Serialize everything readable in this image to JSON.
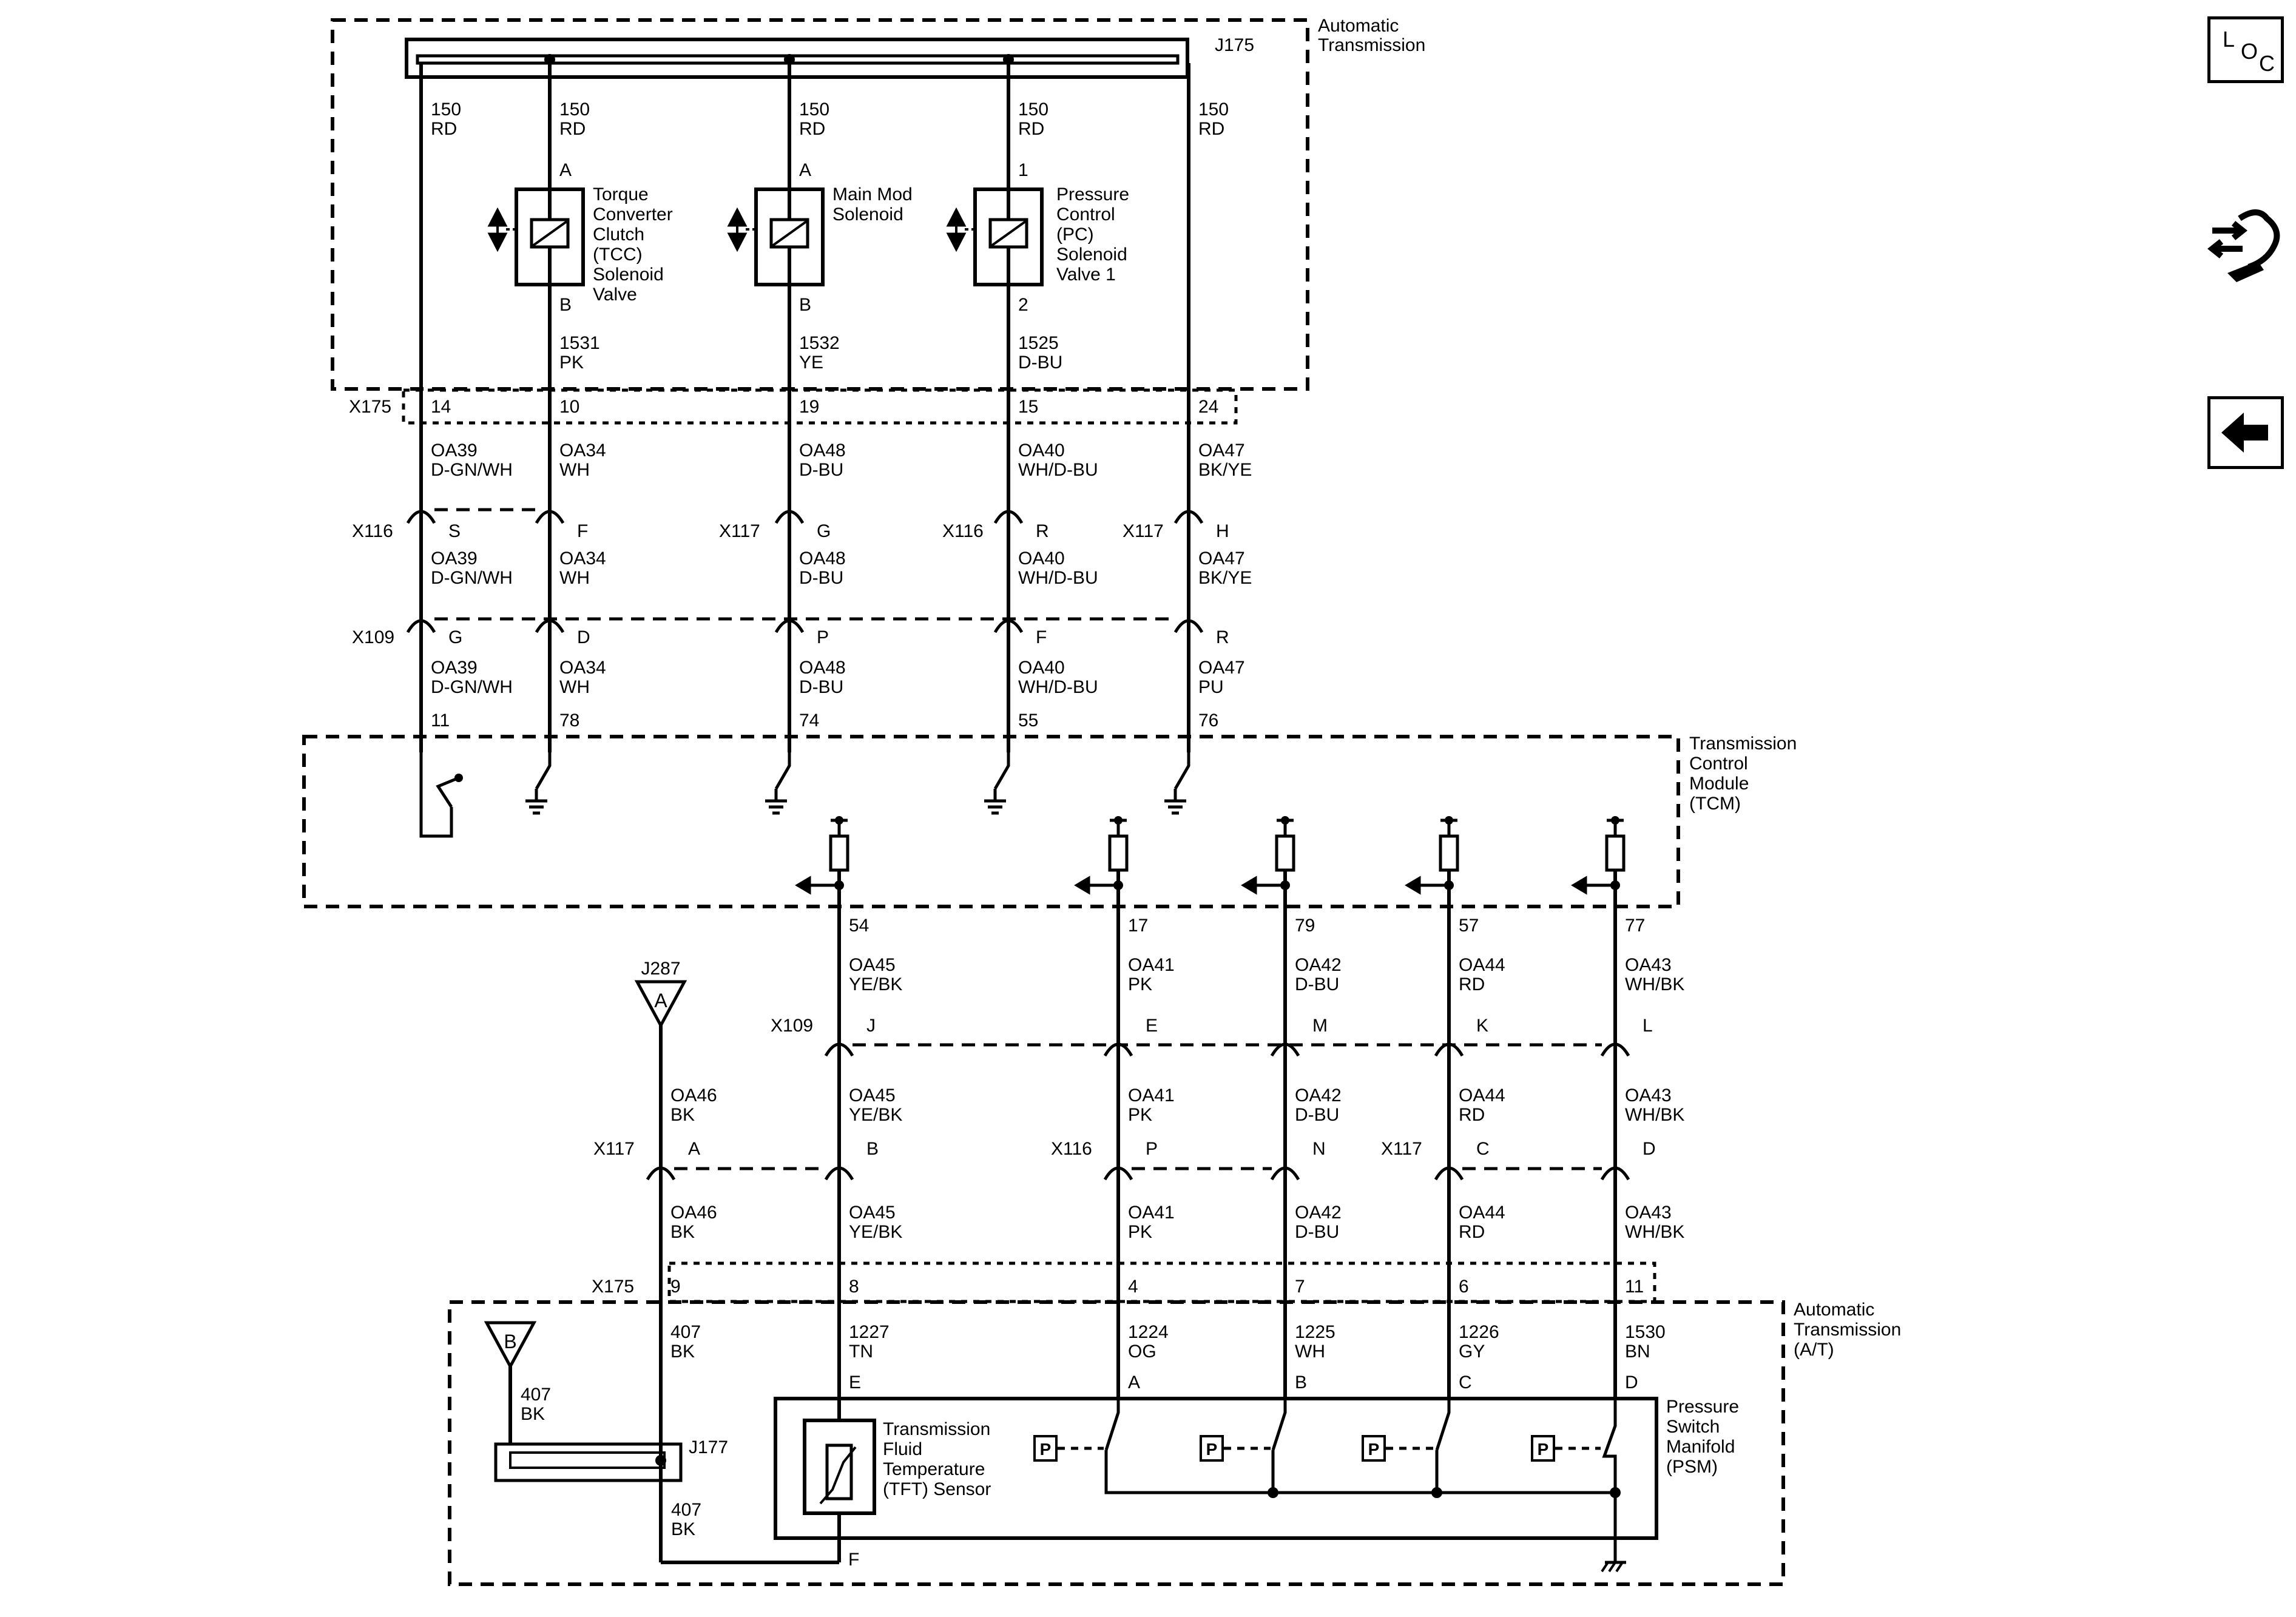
{
  "nav": {
    "loc_l": "L",
    "loc_o": "O",
    "loc_c": "C",
    "loc_icon": "loc-icon",
    "connector_icon": "connector-end-view-icon",
    "back_icon": "back-arrow-icon"
  },
  "labels": {
    "at_top_1": "Automatic",
    "at_top_2": "Transmission",
    "tcm_1": "Transmission",
    "tcm_2": "Control",
    "tcm_3": "Module",
    "tcm_4": "(TCM)",
    "at_bot_1": "Automatic",
    "at_bot_2": "Transmission",
    "at_bot_3": "(A/T)",
    "psm_1": "Pressure",
    "psm_2": "Switch",
    "psm_3": "Manifold",
    "psm_4": "(PSM)",
    "tft_1": "Transmission",
    "tft_2": "Fluid",
    "tft_3": "Temperature",
    "tft_4": "(TFT) Sensor",
    "tcc_1": "Torque",
    "tcc_2": "Converter",
    "tcc_3": "Clutch",
    "tcc_4": "(TCC)",
    "tcc_5": "Solenoid",
    "tcc_6": "Valve",
    "mm_1": "Main Mod",
    "mm_2": "Solenoid",
    "pc_1": "Pressure",
    "pc_2": "Control",
    "pc_3": "(PC)",
    "pc_4": "Solenoid",
    "pc_5": "Valve 1"
  },
  "connectors": {
    "j175": "J175",
    "j177": "J177",
    "j287": "J287",
    "x175": "X175",
    "x116": "X116",
    "x117": "X117",
    "x109": "X109",
    "ref_a": "A",
    "ref_b": "B"
  },
  "top_wires": [
    {
      "c1": "150",
      "c2": "RD",
      "sol_top": "",
      "sol_bot": "",
      "c3": "",
      "c4": "",
      "pin175": "14",
      "c5": "OA39",
      "c6": "D-GN/WH",
      "pin116": "S",
      "c7": "OA39",
      "c8": "D-GN/WH",
      "pin109": "G",
      "c9": "OA39",
      "c10": "D-GN/WH",
      "pintcm": "11"
    },
    {
      "c1": "150",
      "c2": "RD",
      "sol_top": "A",
      "sol_bot": "B",
      "c3": "1531",
      "c4": "PK",
      "pin175": "10",
      "c5": "OA34",
      "c6": "WH",
      "pin116": "F",
      "c7": "OA34",
      "c8": "WH",
      "pin109": "D",
      "c9": "OA34",
      "c10": "WH",
      "pintcm": "78"
    },
    {
      "c1": "150",
      "c2": "RD",
      "sol_top": "A",
      "sol_bot": "B",
      "c3": "1532",
      "c4": "YE",
      "pin175": "19",
      "c5": "OA48",
      "c6": "D-BU",
      "pin116": "G",
      "c7": "OA48",
      "c8": "D-BU",
      "pin109": "P",
      "c9": "OA48",
      "c10": "D-BU",
      "pintcm": "74"
    },
    {
      "c1": "150",
      "c2": "RD",
      "sol_top": "1",
      "sol_bot": "2",
      "c3": "1525",
      "c4": "D-BU",
      "pin175": "15",
      "c5": "OA40",
      "c6": "WH/D-BU",
      "pin116": "R",
      "c7": "OA40",
      "c8": "WH/D-BU",
      "pin109": "F",
      "c9": "OA40",
      "c10": "WH/D-BU",
      "pintcm": "55"
    },
    {
      "c1": "150",
      "c2": "RD",
      "sol_top": "",
      "sol_bot": "",
      "c3": "",
      "c4": "",
      "pin175": "24",
      "c5": "OA47",
      "c6": "BK/YE",
      "pin116": "H",
      "c7": "OA47",
      "c8": "BK/YE",
      "pin109": "R",
      "c9": "OA47",
      "c10": "PU",
      "pintcm": "76"
    }
  ],
  "bottom_wires": [
    {
      "pintcm": "",
      "c1": "",
      "c2": "",
      "pin109": "",
      "c3": "OA46",
      "c4": "BK",
      "pin116": "A",
      "c5": "OA46",
      "c6": "BK",
      "pin175": "9",
      "c7": "407",
      "c8": "BK",
      "pinpsm": ""
    },
    {
      "pintcm": "54",
      "c1": "OA45",
      "c2": "YE/BK",
      "pin109": "J",
      "c3": "OA45",
      "c4": "YE/BK",
      "pin116": "B",
      "c5": "OA45",
      "c6": "YE/BK",
      "pin175": "8",
      "c7": "1227",
      "c8": "TN",
      "pinpsm": "E"
    },
    {
      "pintcm": "17",
      "c1": "OA41",
      "c2": "PK",
      "pin109": "E",
      "c3": "OA41",
      "c4": "PK",
      "pin116": "P",
      "c5": "OA41",
      "c6": "PK",
      "pin175": "4",
      "c7": "1224",
      "c8": "OG",
      "pinpsm": "A"
    },
    {
      "pintcm": "79",
      "c1": "OA42",
      "c2": "D-BU",
      "pin109": "M",
      "c3": "OA42",
      "c4": "D-BU",
      "pin116": "N",
      "c5": "OA42",
      "c6": "D-BU",
      "pin175": "7",
      "c7": "1225",
      "c8": "WH",
      "pinpsm": "B"
    },
    {
      "pintcm": "57",
      "c1": "OA44",
      "c2": "RD",
      "pin109": "K",
      "c3": "OA44",
      "c4": "RD",
      "pin116": "C",
      "c5": "OA44",
      "c6": "RD",
      "pin175": "6",
      "c7": "1226",
      "c8": "GY",
      "pinpsm": "C"
    },
    {
      "pintcm": "77",
      "c1": "OA43",
      "c2": "WH/BK",
      "pin109": "L",
      "c3": "OA43",
      "c4": "WH/BK",
      "pin116": "D",
      "c5": "OA43",
      "c6": "WH/BK",
      "pin175": "11",
      "c7": "1530",
      "c8": "BN",
      "pinpsm": "D"
    }
  ],
  "misc": {
    "j287_c1": "407",
    "j287_c2": "BK",
    "j177_c1": "407",
    "j177_c2": "BK",
    "tft_pin_f": "F",
    "p_mark": "P"
  }
}
